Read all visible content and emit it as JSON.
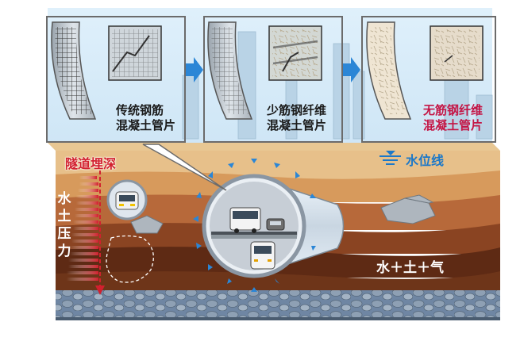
{
  "panels": [
    {
      "label_line1": "传统钢筋",
      "label_line2": "混凝土管片"
    },
    {
      "label_line1": "少筋钢纤维",
      "label_line2": "混凝土管片"
    },
    {
      "label_line1": "无筋钢纤维",
      "label_line2": "混凝土管片"
    }
  ],
  "labels": {
    "burial_depth": "隧道埋深",
    "water_level": "水位线",
    "earth_pressure": [
      "水",
      "土",
      "压",
      "力"
    ],
    "load_components": "水＋土＋气"
  },
  "colors": {
    "soil_top": "#e7c08a",
    "soil_mid": "#b7693a",
    "soil_deep": "#5e2a14",
    "water_text": "#1c78c8",
    "arrow_red": "#d2202e",
    "accent_red_text": "#c41545",
    "flow_arrow": "#2b86d6"
  }
}
